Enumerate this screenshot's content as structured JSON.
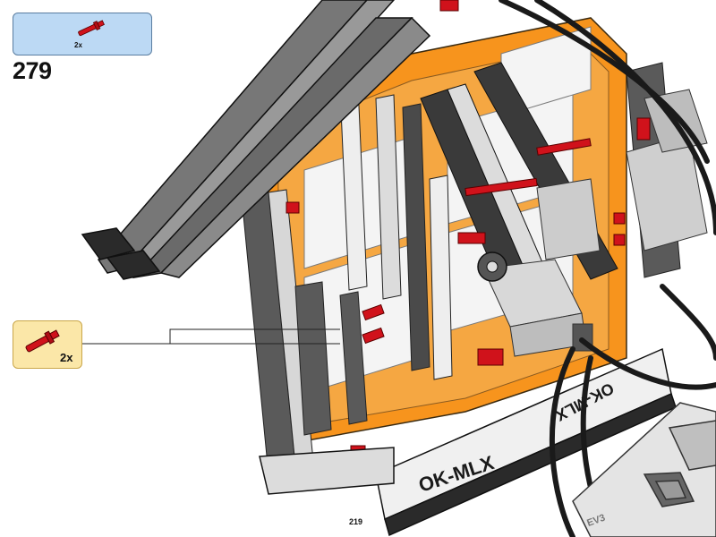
{
  "step": {
    "number": "279"
  },
  "parts_box": {
    "quantity": "2x",
    "part_icon": "red-axle-pin-icon",
    "color": "#bcd9f4"
  },
  "callout": {
    "quantity": "2x",
    "part_icon": "red-axle-pin-icon",
    "color": "#fbe7a8"
  },
  "model": {
    "sticker_front": "OK-MLX",
    "sticker_side": "OK-MLX",
    "brick_label": "EV3",
    "frame_color": "#f7941d",
    "accent_color": "#d0121b"
  },
  "page": {
    "number": "219"
  }
}
